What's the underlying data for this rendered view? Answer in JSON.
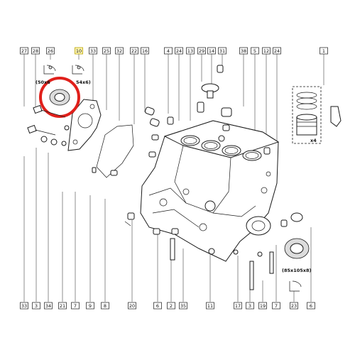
{
  "top_callouts": [
    "27",
    "28",
    "26",
    "10",
    "33",
    "25",
    "32",
    "22",
    "16",
    "4",
    "24",
    "13",
    "29",
    "14",
    "31",
    "38",
    "5",
    "12",
    "24",
    "1"
  ],
  "bottom_callouts": [
    "33",
    "3",
    "34",
    "21",
    "7",
    "9",
    "8",
    "20",
    "6",
    "2",
    "35",
    "11",
    "17",
    "3",
    "19",
    "7",
    "23",
    "6"
  ],
  "dimensions": {
    "seal_left_a": "(50x6",
    "seal_left_b": "54x6)",
    "seal_right": "(85x105x8)"
  },
  "labels": {
    "ring_set_qty": "x4"
  },
  "colors": {
    "highlight_circle": "#e0201b",
    "highlight_callout_fill": "#fff7b0"
  }
}
